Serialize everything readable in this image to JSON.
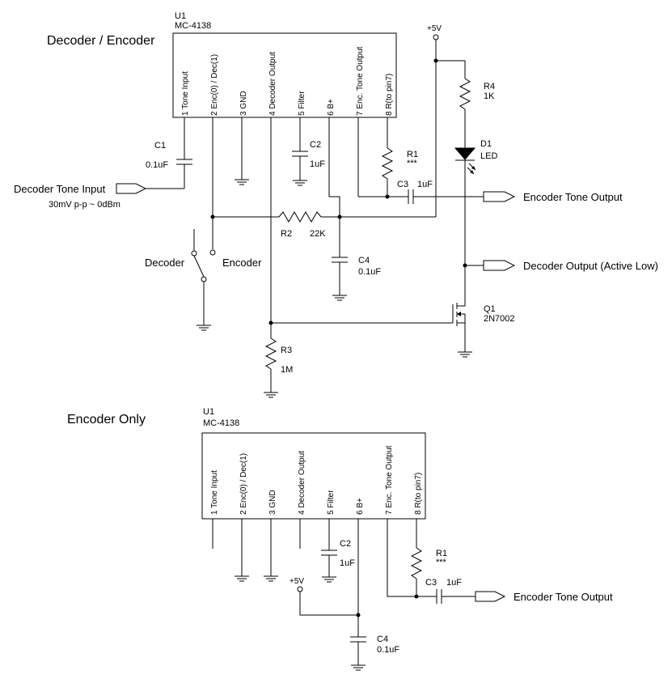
{
  "top": {
    "title": "Decoder / Encoder",
    "u_ref": "U1",
    "u_part": "MC-4138",
    "pins": [
      "1 Tone Input",
      "2 Enc(0) / Dec(1)",
      "3 GND",
      "4 Decoder Output",
      "5 Filter",
      "6 B+",
      "7 Enc. Tone Output",
      "8 R(to pin7)"
    ],
    "supply": "+5V",
    "c1": {
      "ref": "C1",
      "value": "0.1uF"
    },
    "c2": {
      "ref": "C2",
      "value": "1uF"
    },
    "c3": {
      "ref": "C3",
      "value": "1uF"
    },
    "c4": {
      "ref": "C4",
      "value": "0.1uF"
    },
    "r1": {
      "ref": "R1",
      "value": "***"
    },
    "r2": {
      "ref": "R2",
      "value": "22K"
    },
    "r3": {
      "ref": "R3",
      "value": "1M"
    },
    "r4": {
      "ref": "R4",
      "value": "1K"
    },
    "d1": {
      "ref": "D1",
      "value": "LED"
    },
    "q1": {
      "ref": "Q1",
      "value": "2N7002"
    },
    "input_label": "Decoder Tone Input",
    "input_level": "30mV p-p ~ 0dBm",
    "switch_left": "Decoder",
    "switch_right": "Encoder",
    "out_encoder": "Encoder Tone Output",
    "out_decoder": "Decoder Output (Active Low)"
  },
  "bottom": {
    "title": "Encoder Only",
    "u_ref": "U1",
    "u_part": "MC-4138",
    "pins": [
      "1 Tone Input",
      "2 Enc(0) / Dec(1)",
      "3 GND",
      "4 Decoder Output",
      "5 Filter",
      "6 B+",
      "7 Enc. Tone Output",
      "8 R(to pin7)"
    ],
    "supply": "+5V",
    "c2": {
      "ref": "C2",
      "value": "1uF"
    },
    "c3": {
      "ref": "C3",
      "value": "1uF"
    },
    "c4": {
      "ref": "C4",
      "value": "0.1uF"
    },
    "r1": {
      "ref": "R1",
      "value": "***"
    },
    "out_encoder": "Encoder Tone Output"
  }
}
